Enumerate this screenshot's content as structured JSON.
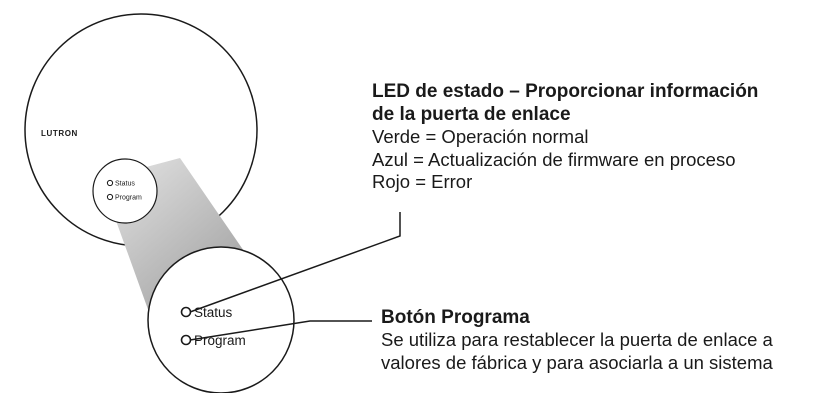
{
  "device": {
    "logo": "LUTRON",
    "led_label": "Status",
    "button_label": "Program"
  },
  "callouts": {
    "led": {
      "heading_line1": "LED de estado – Proporcionar información",
      "heading_line2": "de la puerta de enlace",
      "lines": [
        "Verde = Operación normal",
        "Azul = Actualización de firmware en proceso",
        "Rojo = Error"
      ]
    },
    "button": {
      "heading": "Botón Programa",
      "lines": [
        "Se utiliza para restablecer la puerta de enlace a",
        "valores de fábrica y para asociarla a un sistema"
      ]
    }
  },
  "colors": {
    "outline": "#1a1a1a",
    "zoom_cone_light": "#e6e6e6",
    "zoom_cone_dark": "#8c8c8c",
    "background": "#ffffff"
  }
}
